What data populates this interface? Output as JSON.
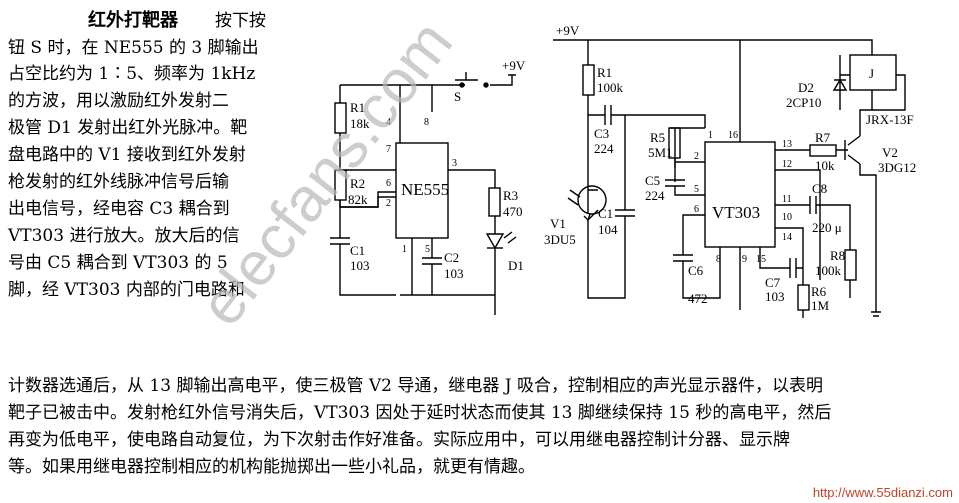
{
  "article": {
    "title": "红外打靶器",
    "lines": [
      "按下按",
      "钮 S 时，在 NE555 的 3 脚输出",
      "占空比约为 1∶5、频率为 1kHz",
      "的方波，用以激励红外发射二",
      "极管 D1 发射出红外光脉冲。靶",
      "盘电路中的 V1 接收到红外发射",
      "枪发射的红外线脉冲信号后输",
      "出电信号，经电容 C3 耦合到",
      "VT303 进行放大。放大后的信",
      "号由 C5 耦合到 VT303 的 5",
      "脚，经 VT303 内部的门电路和",
      "计数器选通后，从 13 脚输出高电平，使三极管 V2 导通，继电器 J 吸合，控制相应的声光显示器件，以表明",
      "靶子已被击中。发射枪红外信号消失后，VT303 因处于延时状态而使其 13 脚继续保持 15 秒的高电平，然后",
      "再变为低电平，使电路自动复位，为下次射击作好准备。实际应用中，可以用继电器控制计分器、显示牌",
      "等。如果用继电器控制相应的机构能抛掷出一些小礼品，就更有情趣。"
    ]
  },
  "transmitter": {
    "ic": "NE555",
    "switch": "S",
    "supply": "+9V",
    "r1": [
      "R1",
      "18k"
    ],
    "r2": [
      "R2",
      "82k"
    ],
    "r3": [
      "R3",
      "470"
    ],
    "c1": [
      "C1",
      "103"
    ],
    "c2": [
      "C2",
      "103"
    ],
    "d1": "D1",
    "pins": [
      "4",
      "8",
      "7",
      "6",
      "2",
      "3",
      "1",
      "5"
    ]
  },
  "receiver": {
    "supply": "+9V",
    "ic": "VT303",
    "r1": [
      "R1",
      "100k"
    ],
    "c3": [
      "C3",
      "224"
    ],
    "r5": [
      "R5",
      "5M1"
    ],
    "c5": [
      "C5",
      "224"
    ],
    "c1": [
      "C1",
      "104"
    ],
    "v1": [
      "V1",
      "3DU5"
    ],
    "c6": [
      "C6",
      "472"
    ],
    "c7": [
      "C7",
      "103"
    ],
    "r6": [
      "R6",
      "1M"
    ],
    "r7": [
      "R7",
      "10k"
    ],
    "c8": [
      "C8",
      "220 μ"
    ],
    "r8": [
      "R8",
      "100k"
    ],
    "d2": [
      "D2",
      "2CP10"
    ],
    "j": "J",
    "relay": "JRX-13F",
    "v2": [
      "V2",
      "3DG12"
    ],
    "pins": [
      "1",
      "16",
      "2",
      "13",
      "12",
      "5",
      "11",
      "6",
      "10",
      "14",
      "8",
      "15",
      "9"
    ]
  },
  "watermark": "elecfans.com",
  "footer": "http://www.55dianzi.com"
}
